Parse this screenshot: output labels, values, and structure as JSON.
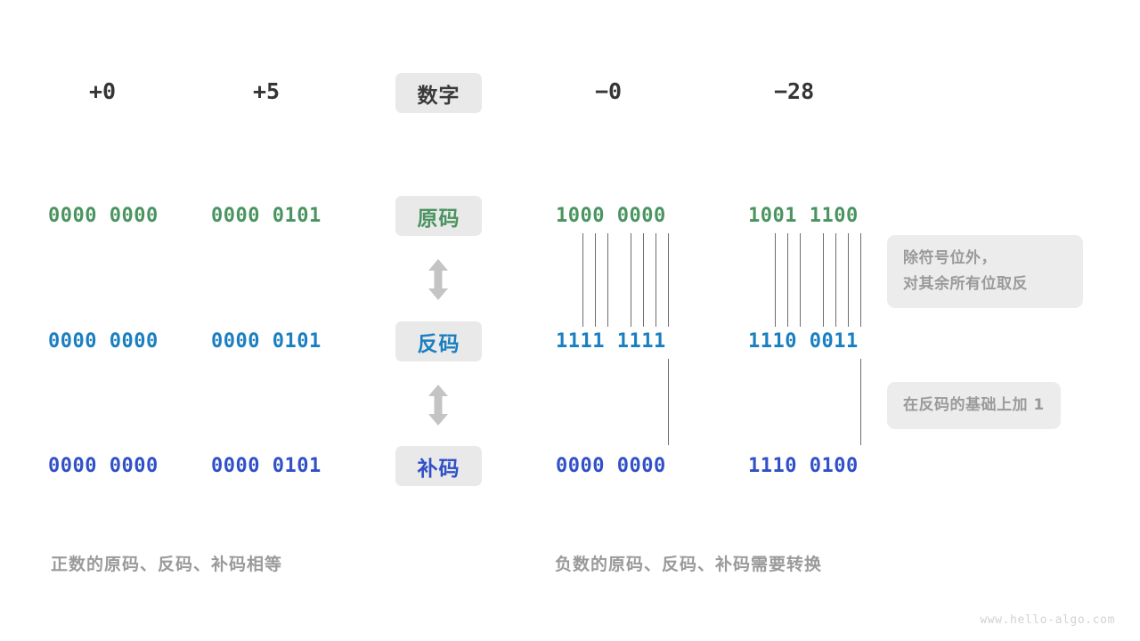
{
  "diagram": {
    "title_watermark": "www.hello-algo.com",
    "row_labels": [
      {
        "id": "number",
        "text": "数字",
        "color": "#3a3a3a"
      },
      {
        "id": "sign-magnitude",
        "text": "原码",
        "color": "#4a9460"
      },
      {
        "id": "ones-complement",
        "text": "反码",
        "color": "#1a7fc1"
      },
      {
        "id": "twos-complement",
        "text": "补码",
        "color": "#3050c8"
      }
    ],
    "columns": [
      {
        "id": "plus-zero",
        "header": "+0"
      },
      {
        "id": "plus-five",
        "header": "+5"
      },
      {
        "id": "minus-zero",
        "header": "−0"
      },
      {
        "id": "minus-twentyeight",
        "header": "−28"
      }
    ],
    "values": {
      "sign_magnitude": {
        "plus_zero": "0000 0000",
        "plus_five": "0000 0101",
        "minus_zero": "1000 0000",
        "minus_twentyeight": "1001 1100"
      },
      "ones_complement": {
        "plus_zero": "0000 0000",
        "plus_five": "0000 0101",
        "minus_zero": "1111 1111",
        "minus_twentyeight": "1110 0011"
      },
      "twos_complement": {
        "plus_zero": "0000 0000",
        "plus_five": "0000 0101",
        "minus_zero": "0000 0000",
        "minus_twentyeight": "1110 0100"
      }
    },
    "notes": {
      "invert": {
        "line1": "除符号位外，",
        "line2": "对其余所有位取反"
      },
      "add_one": {
        "line1": "在反码的基础上加 1"
      }
    },
    "captions": {
      "left": "正数的原码、反码、补码相等",
      "right": "负数的原码、反码、补码需要转换"
    },
    "colors": {
      "green": "#4a9460",
      "blue": "#1a7fc1",
      "indigo": "#3050c8",
      "badge_bg": "#e9e9e9",
      "note_bg": "#ececec",
      "note_text": "#9a9a9a",
      "arrow": "#c4c4c4",
      "line": "#6e6e6e"
    }
  }
}
